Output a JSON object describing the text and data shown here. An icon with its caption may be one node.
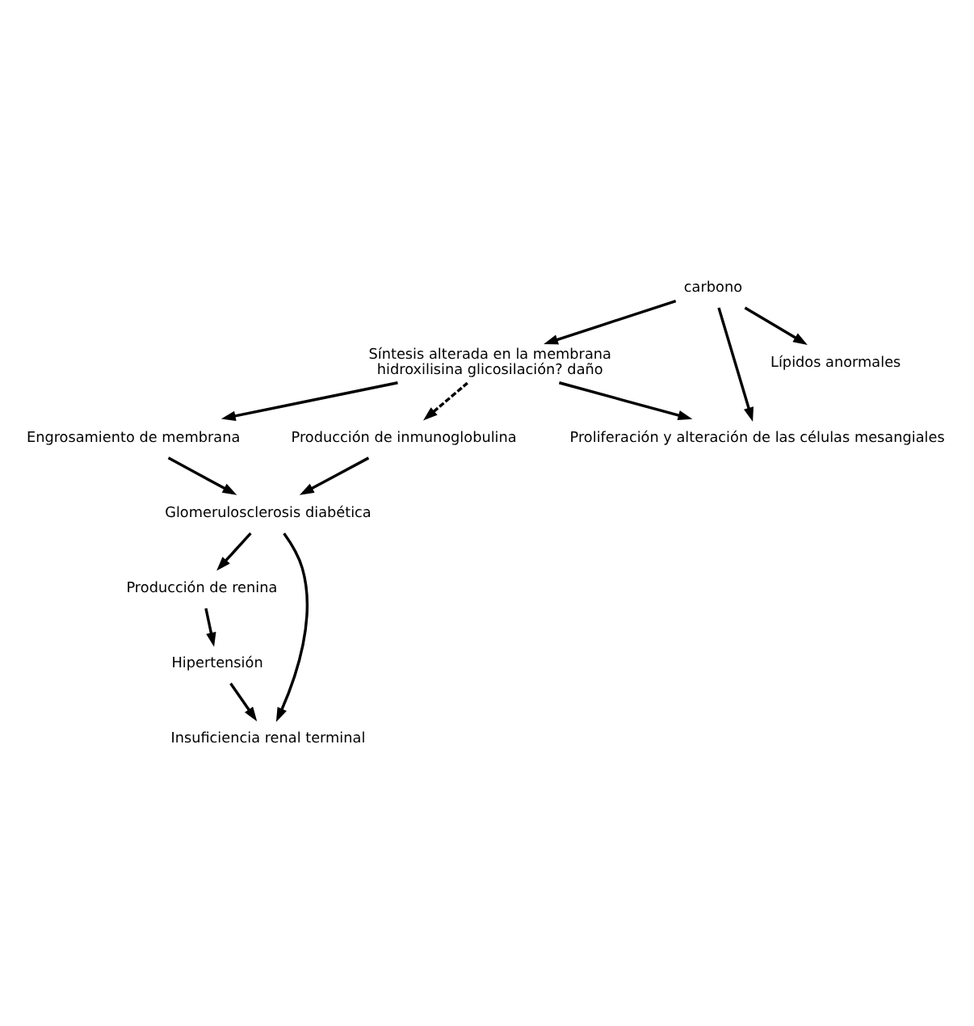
{
  "diagram": {
    "nodes": [
      {
        "text": [
          "carbono"
        ]
      },
      {
        "text": [
          "Síntesis alterada en la membrana",
          "hidroxilisina glicosilación? daño"
        ]
      },
      {
        "text": [
          "Engrosamiento de membrana"
        ]
      },
      {
        "text": [
          "Producción de inmunoglobulina"
        ]
      },
      {
        "text": [
          "Proliferación y alteración de las células mesangiales"
        ]
      },
      {
        "text": [
          "Glomerulosclerosis diabética"
        ]
      },
      {
        "text": [
          "Lípidos anormales"
        ]
      },
      {
        "text": [
          "Producción de renina"
        ]
      },
      {
        "text": [
          "Hipertensión"
        ]
      },
      {
        "text": [
          "Insuficiencia renal terminal"
        ]
      }
    ],
    "edges": [
      {
        "from": 0,
        "to": 1,
        "arrow": "to"
      },
      {
        "from": 0,
        "to": 4,
        "arrow": "to"
      },
      {
        "from": 0,
        "to": 6,
        "arrow": "to"
      },
      {
        "from": 1,
        "to": 2,
        "arrow": "to"
      },
      {
        "from": 1,
        "to": 3,
        "arrow": "to",
        "style": "dashed"
      },
      {
        "from": 1,
        "to": 4,
        "arrow": "to"
      },
      {
        "from": 3,
        "to": 5,
        "arrow": "to"
      },
      {
        "from": 2,
        "to": 5,
        "arrow": "to"
      },
      {
        "from": 5,
        "to": 7,
        "arrow": "to"
      },
      {
        "from": 5,
        "to": 9,
        "arrow": "to"
      },
      {
        "from": 7,
        "to": 8,
        "arrow": "to"
      },
      {
        "from": 8,
        "to": 9,
        "arrow": "to"
      }
    ]
  }
}
